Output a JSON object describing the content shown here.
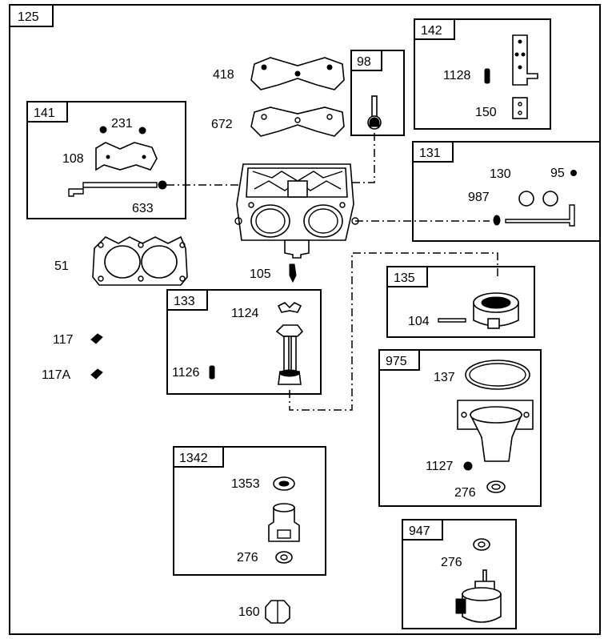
{
  "boxes": [
    {
      "id": "125"
    },
    {
      "id": "141"
    },
    {
      "id": "98"
    },
    {
      "id": "142"
    },
    {
      "id": "131"
    },
    {
      "id": "133"
    },
    {
      "id": "135"
    },
    {
      "id": "975"
    },
    {
      "id": "1342"
    },
    {
      "id": "947"
    }
  ],
  "parts": {
    "p418": "418",
    "p672": "672",
    "p231": "231",
    "p108": "108",
    "p633": "633",
    "p1128": "1128",
    "p150": "150",
    "p130": "130",
    "p95": "95",
    "p987": "987",
    "p51": "51",
    "p105": "105",
    "p104": "104",
    "p1124": "1124",
    "p1126": "1126",
    "p117": "117",
    "p117A": "117A",
    "p137": "137",
    "p1127": "1127",
    "p276a": "276",
    "p1353": "1353",
    "p276b": "276",
    "p276c": "276",
    "p160": "160"
  }
}
